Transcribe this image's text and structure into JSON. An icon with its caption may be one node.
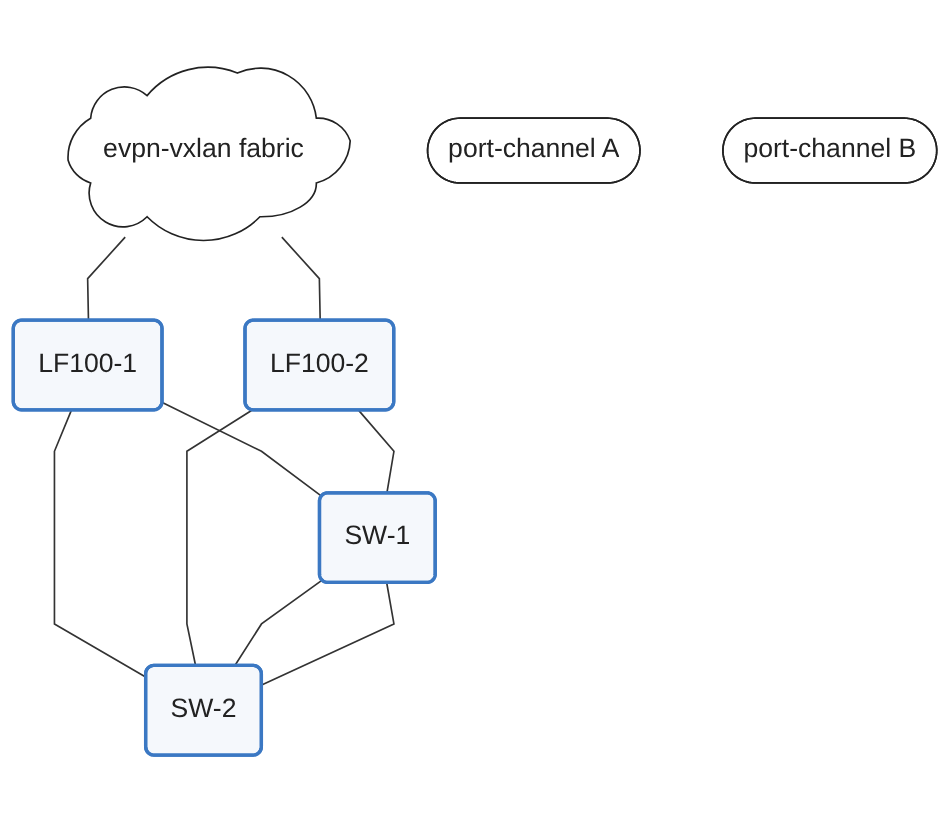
{
  "diagram": {
    "nodes": [
      {
        "text": [
          "evpn-vxlan fabric"
        ]
      },
      {
        "text": [
          "LF100-1"
        ]
      },
      {
        "text": [
          "LF100-2"
        ]
      },
      {
        "text": [
          "port-channel A"
        ]
      },
      {
        "text": [
          "port-channel B"
        ]
      },
      {
        "text": [
          "SW-1"
        ]
      },
      {
        "text": [
          "SW-2"
        ]
      }
    ],
    "edges": [
      {
        "from": 0,
        "to": 1,
        "arrow": "none"
      },
      {
        "from": 0,
        "to": 2,
        "arrow": "none"
      },
      {
        "from": 1,
        "to": 5,
        "arrow": "none"
      },
      {
        "from": 1,
        "to": 6,
        "arrow": "none"
      },
      {
        "from": 2,
        "to": 6,
        "arrow": "none"
      },
      {
        "from": 2,
        "to": 5,
        "arrow": "none"
      },
      {
        "from": 5,
        "to": 6,
        "arrow": "none"
      },
      {
        "from": 5,
        "to": 6,
        "arrow": "none"
      }
    ]
  }
}
